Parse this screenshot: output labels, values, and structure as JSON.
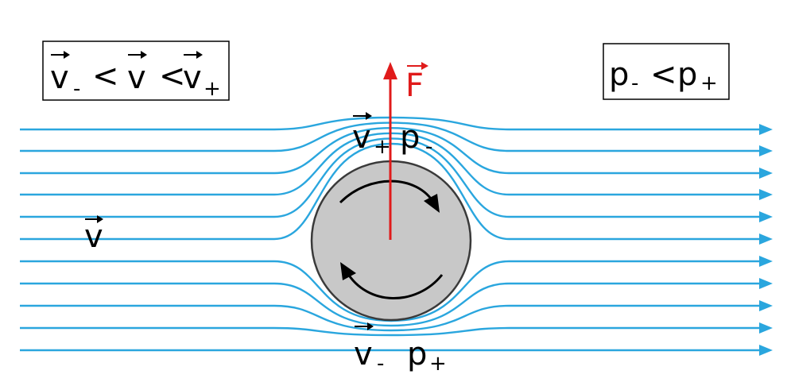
{
  "colors": {
    "streamline": "#2aa6de",
    "force": "#e01b1b",
    "cylinder_fill": "#c8c8c8",
    "cylinder_stroke": "#3a3a3a",
    "rotation_arrows": "#000000"
  },
  "labels": {
    "velocity_inequality": {
      "v_minus": "v",
      "minus_sign": "-",
      "lt1": "<",
      "v": "v",
      "lt2": "<",
      "v_plus": "v",
      "plus_sign": "+"
    },
    "pressure_inequality": {
      "p_minus": "p",
      "minus_sign": "-",
      "lt": "<",
      "p_plus": "p",
      "plus_sign": "+"
    },
    "force": "F",
    "free_stream_velocity": "v",
    "top": {
      "v": "v",
      "v_sign": "+",
      "p": "p",
      "p_sign": "-"
    },
    "bottom": {
      "v": "v",
      "v_sign": "-",
      "p": "p",
      "p_sign": "+"
    }
  },
  "icons": {
    "rotation": "clockwise-rotation-arrows",
    "force": "upward-force-arrow",
    "streamline_heads": "right-arrow-heads"
  }
}
